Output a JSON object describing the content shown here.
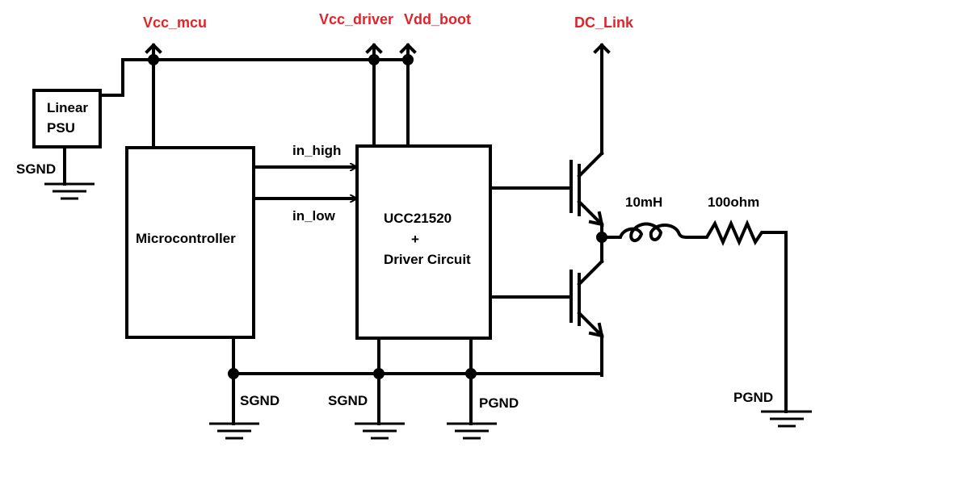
{
  "nets": {
    "vcc_mcu": "Vcc_mcu",
    "vcc_driver": "Vcc_driver",
    "vdd_boot": "Vdd_boot",
    "dc_link": "DC_Link"
  },
  "blocks": {
    "psu_line1": "Linear",
    "psu_line2": "PSU",
    "mcu": "Microcontroller",
    "driver_line1": "UCC21520",
    "driver_line2": "+",
    "driver_line3": "Driver Circuit"
  },
  "signals": {
    "in_high": "in_high",
    "in_low": "in_low"
  },
  "components": {
    "inductor": "10mH",
    "resistor": "100ohm"
  },
  "grounds": {
    "psu": "SGND",
    "mcu": "SGND",
    "driver_sgnd": "SGND",
    "driver_pgnd": "PGND",
    "load": "PGND"
  },
  "colors": {
    "net_label": "#e0242a",
    "wire": "#000000"
  }
}
